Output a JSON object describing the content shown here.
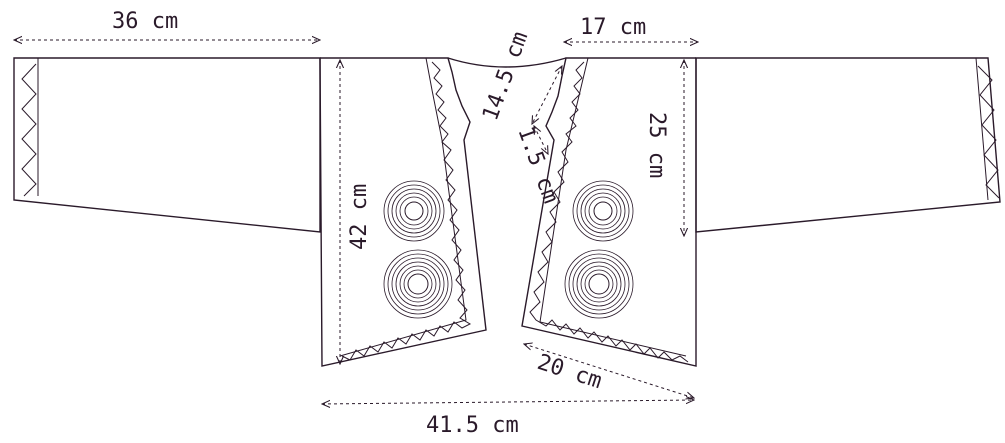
{
  "colors": {
    "line": "#2a1a2a",
    "background": "#ffffff"
  },
  "labels": {
    "sleeve_length": "36 cm",
    "shoulder": "17 cm",
    "neck_curve": "14.5 cm",
    "neck_notch": "1.5 cm",
    "body_length": "42 cm",
    "armhole_depth": "25 cm",
    "front_hem": "20 cm",
    "width": "41.5 cm"
  }
}
